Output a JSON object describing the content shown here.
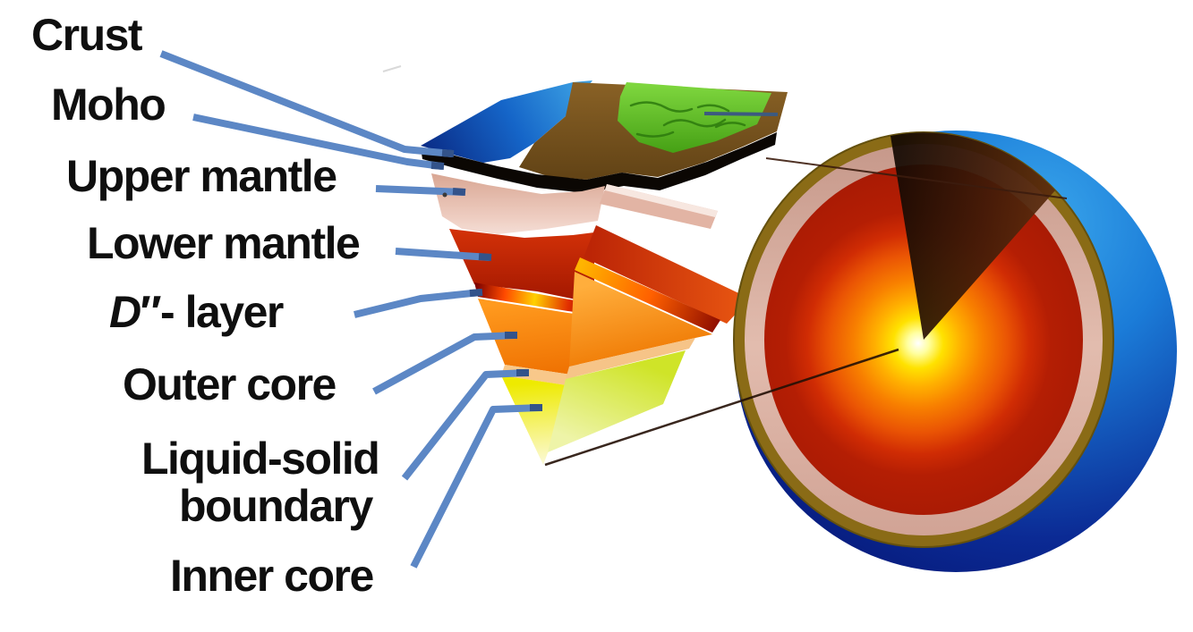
{
  "figure": {
    "labels": {
      "crust": "Crust",
      "moho": "Moho",
      "upper_mantle": "Upper mantle",
      "lower_mantle": "Lower mantle",
      "d_layer_d": "D",
      "d_layer_rest": "″- layer",
      "outer_core": "Outer core",
      "liquid_solid_1": "Liquid-solid",
      "liquid_solid_2": "boundary",
      "inner_core": "Inner core"
    },
    "palette": {
      "label_text": "#0f0f0f",
      "leader_line": "#5c87c5",
      "leader_line_tip": "#33538a",
      "ocean_surface": "#1565c8",
      "terrain_green": "#56b81e",
      "soil_brown": "#7a5318",
      "crust_black": "#0b0703",
      "upper_mantle_pink": "#dcab9a",
      "lower_mantle_red": "#b51e04",
      "d_layer_glow": "#ffd000",
      "outer_core_orange": "#f07c04",
      "boundary_band_tan": "#f8c88a",
      "inner_core_yellow": "#eeea00",
      "globe_ocean_blue": "#1b7cd8",
      "globe_ring_olive": "#8a6b16",
      "globe_ring_pink": "#dcb0a2",
      "globe_notch_dark": "#2a1206",
      "connector_line": "#3c1c0e"
    }
  }
}
